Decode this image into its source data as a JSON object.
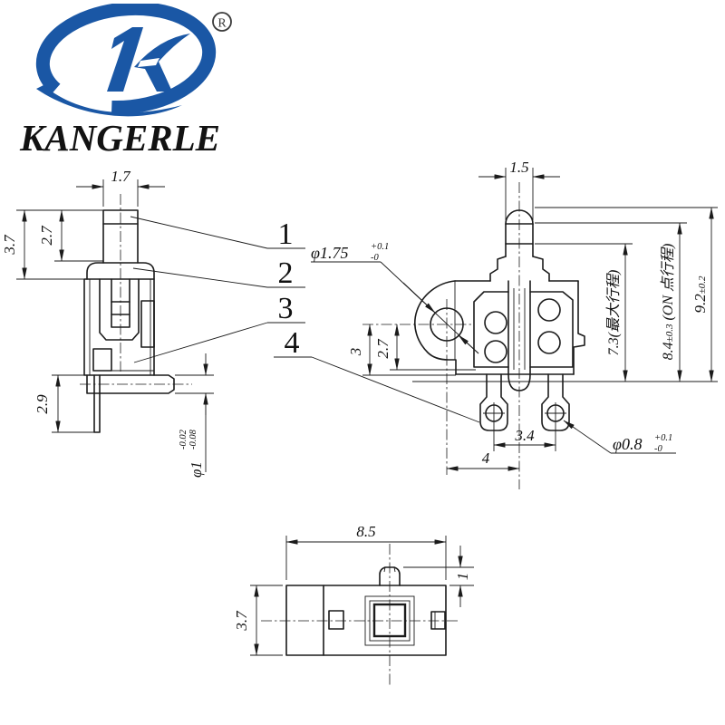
{
  "brand": {
    "name": "KANGERLE",
    "registered": "R",
    "logo_color": "#1a57a5"
  },
  "callouts": {
    "c1": "1",
    "c2": "2",
    "c3": "3",
    "c4": "4"
  },
  "front_view": {
    "dim_width": "1.7",
    "dim_height": "3.7",
    "dim_plunger": "2.7",
    "dim_pin_len": "2.9",
    "dim_pin_dia": "φ1",
    "dim_pin_dia_tol_up": "-0.02",
    "dim_pin_dia_tol_dn": "-0.08"
  },
  "side_view": {
    "dim_width": "1.5",
    "dim_hole": "φ1.75",
    "dim_hole_tol_up": "+0.1",
    "dim_hole_tol_dn": "-0",
    "dim_center_h": "3",
    "dim_center_h2": "2.7",
    "dim_term_pitch": "3.4",
    "dim_offset": "4",
    "dim_term_dia": "φ0.8",
    "dim_term_tol_up": "+0.1",
    "dim_term_tol_dn": "-0",
    "dim_travel_max": "7.3(最大行程)",
    "dim_travel_on_val": "8.4",
    "dim_travel_on_tol": "±0.3",
    "dim_travel_on_suffix": " (ON 点行程)",
    "dim_total_val": "9.2",
    "dim_total_tol": "±0.2"
  },
  "bottom_view": {
    "dim_width": "8.5",
    "dim_depth": "3.7",
    "dim_button": "1"
  }
}
